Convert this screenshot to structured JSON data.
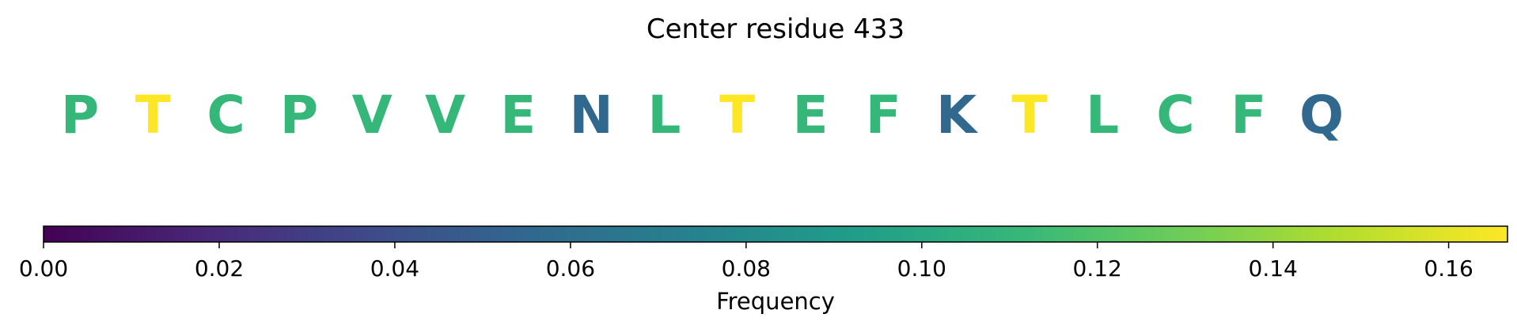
{
  "chart_data": {
    "type": "heatmap",
    "title": "Center residue 433",
    "residues": [
      {
        "letter": "P",
        "frequency": 0.111
      },
      {
        "letter": "T",
        "frequency": 0.167
      },
      {
        "letter": "C",
        "frequency": 0.111
      },
      {
        "letter": "P",
        "frequency": 0.111
      },
      {
        "letter": "V",
        "frequency": 0.111
      },
      {
        "letter": "V",
        "frequency": 0.111
      },
      {
        "letter": "E",
        "frequency": 0.111
      },
      {
        "letter": "N",
        "frequency": 0.056
      },
      {
        "letter": "L",
        "frequency": 0.111
      },
      {
        "letter": "T",
        "frequency": 0.167
      },
      {
        "letter": "E",
        "frequency": 0.111
      },
      {
        "letter": "F",
        "frequency": 0.111
      },
      {
        "letter": "K",
        "frequency": 0.056
      },
      {
        "letter": "T",
        "frequency": 0.167
      },
      {
        "letter": "L",
        "frequency": 0.111
      },
      {
        "letter": "C",
        "frequency": 0.111
      },
      {
        "letter": "F",
        "frequency": 0.111
      },
      {
        "letter": "Q",
        "frequency": 0.056
      }
    ],
    "colorbar": {
      "colormap": "viridis",
      "orientation": "horizontal",
      "label": "Frequency",
      "range": [
        0,
        0.1667
      ],
      "ticks": [
        0.0,
        0.02,
        0.04,
        0.06,
        0.08,
        0.1,
        0.12,
        0.14,
        0.16
      ],
      "tick_labels": [
        "0.00",
        "0.02",
        "0.04",
        "0.06",
        "0.08",
        "0.10",
        "0.12",
        "0.14",
        "0.16"
      ]
    }
  }
}
